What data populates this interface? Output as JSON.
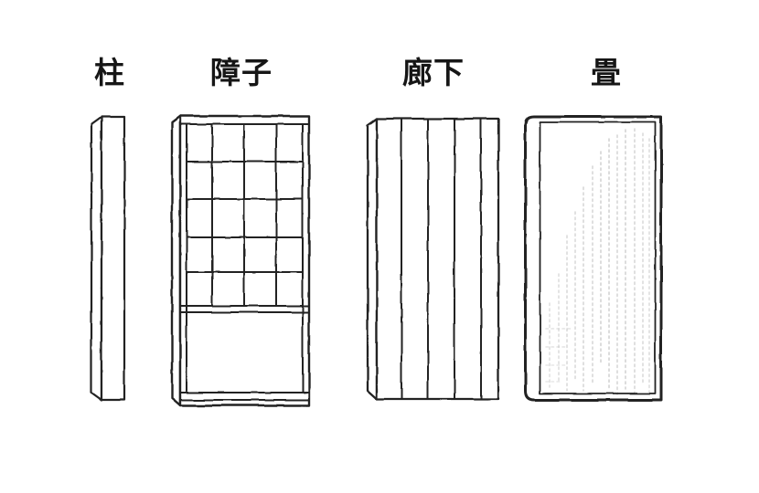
{
  "sheet": {
    "background_color": "#ffffff",
    "ink_color": "#212121",
    "texture_color": "#c2c2c2"
  },
  "items": [
    {
      "label": "柱",
      "figure": "pillar-drawing"
    },
    {
      "label": "障子",
      "figure": "shoji-screen-drawing"
    },
    {
      "label": "廊下",
      "figure": "corridor-floorboards-drawing"
    },
    {
      "label": "畳",
      "figure": "tatami-mat-drawing"
    }
  ]
}
